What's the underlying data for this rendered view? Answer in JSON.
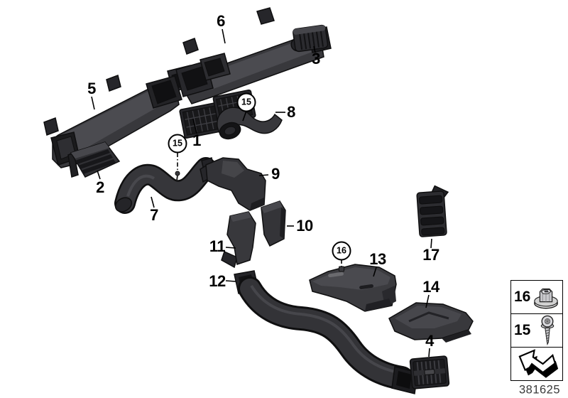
{
  "diagram_parts": {
    "labels": {
      "p1": "1",
      "p2": "2",
      "p3": "3",
      "p4": "4",
      "p5": "5",
      "p6": "6",
      "p7": "7",
      "p8": "8",
      "p9": "9",
      "p10": "10",
      "p11": "11",
      "p12": "12",
      "p13": "13",
      "p14": "14",
      "p17": "17"
    },
    "callouts": {
      "c15a": "15",
      "c15b": "15",
      "c16": "16"
    }
  },
  "legend": {
    "rows": [
      {
        "number": "16",
        "icon": "expanding-nut-icon"
      },
      {
        "number": "15",
        "icon": "screw-icon"
      }
    ],
    "arrow_icon": "direction-arrow-icon"
  },
  "doc_number": "381625",
  "colors": {
    "background": "#ffffff",
    "part_body": "#38383c",
    "part_dark": "#1a1a1d",
    "part_highlight": "#4b4b50",
    "outline": "#0f0f10",
    "label_text": "#000000"
  }
}
